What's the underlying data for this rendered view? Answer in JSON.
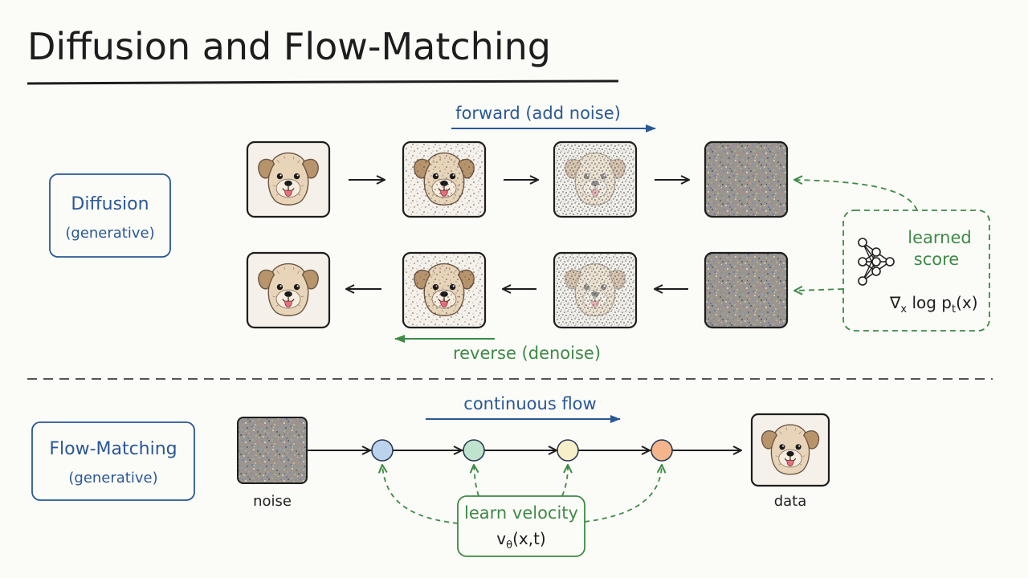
{
  "title": "Diffusion and Flow-Matching",
  "diffusion": {
    "box_title": "Diffusion",
    "box_subtitle": "(generative)",
    "forward_label": "forward (add noise)",
    "reverse_label": "reverse (denoise)",
    "score_title_line1": "learned",
    "score_title_line2": "score",
    "score_formula_prefix": "∇",
    "score_formula_sub": "x",
    "score_formula_mid": " log p",
    "score_formula_sub2": "t",
    "score_formula_end": "(x)",
    "noise_levels_forward": [
      0.0,
      0.35,
      0.7,
      1.0
    ],
    "noise_levels_reverse": [
      0.0,
      0.35,
      0.7,
      1.0
    ]
  },
  "flow_matching": {
    "box_title": "Flow-Matching",
    "box_subtitle": "(generative)",
    "flow_label": "continuous flow",
    "noise_caption": "noise",
    "data_caption": "data",
    "velocity_title": "learn velocity",
    "velocity_formula_v": "v",
    "velocity_formula_sub": "θ",
    "velocity_formula_end": "(x,t)",
    "node_colors": [
      "#bcd3ee",
      "#bfe3cc",
      "#f7efc8",
      "#f5b58c"
    ]
  },
  "colors": {
    "blue": "#2a5896",
    "green": "#3e8a45",
    "ink": "#1d1d1d"
  }
}
